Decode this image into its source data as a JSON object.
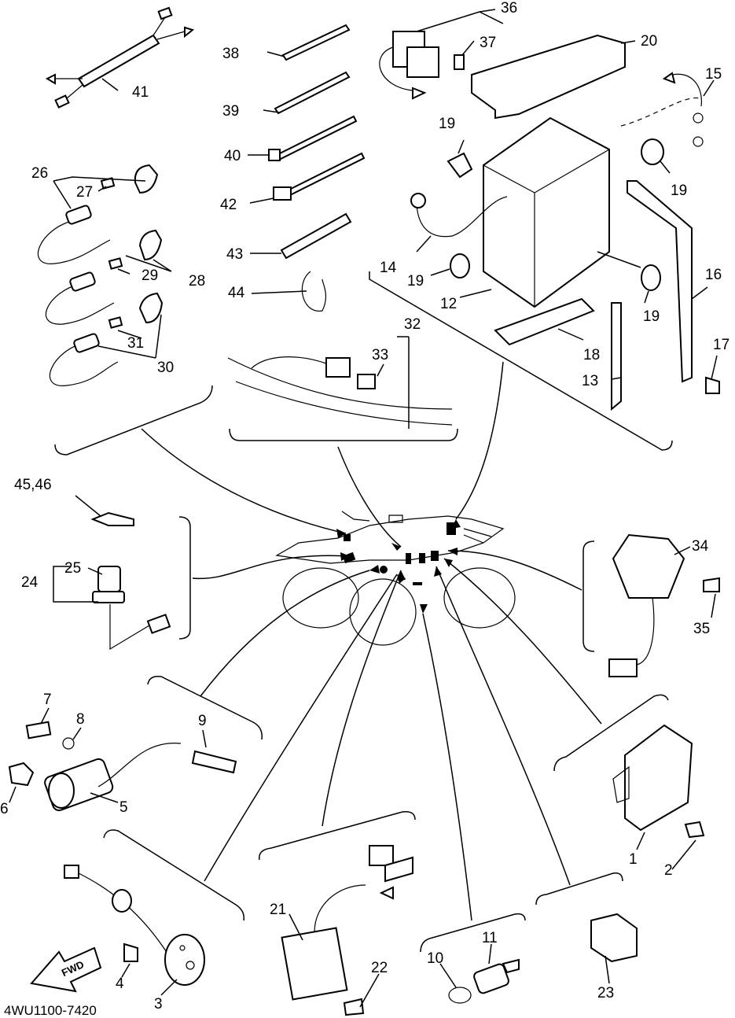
{
  "diagram": {
    "drawing_code": "4WU1100-7420",
    "fwd_label": "FWD",
    "callouts": [
      "1",
      "2",
      "3",
      "4",
      "5",
      "6",
      "7",
      "8",
      "9",
      "10",
      "11",
      "12",
      "13",
      "14",
      "15",
      "16",
      "17",
      "18",
      "19",
      "20",
      "21",
      "22",
      "23",
      "24",
      "25",
      "26",
      "27",
      "28",
      "29",
      "30",
      "31",
      "32",
      "33",
      "34",
      "35",
      "36",
      "37",
      "38",
      "39",
      "40",
      "41",
      "42",
      "43",
      "44",
      "45,46"
    ],
    "callout_19_repeats": [
      "19",
      "19",
      "19",
      "19"
    ]
  }
}
